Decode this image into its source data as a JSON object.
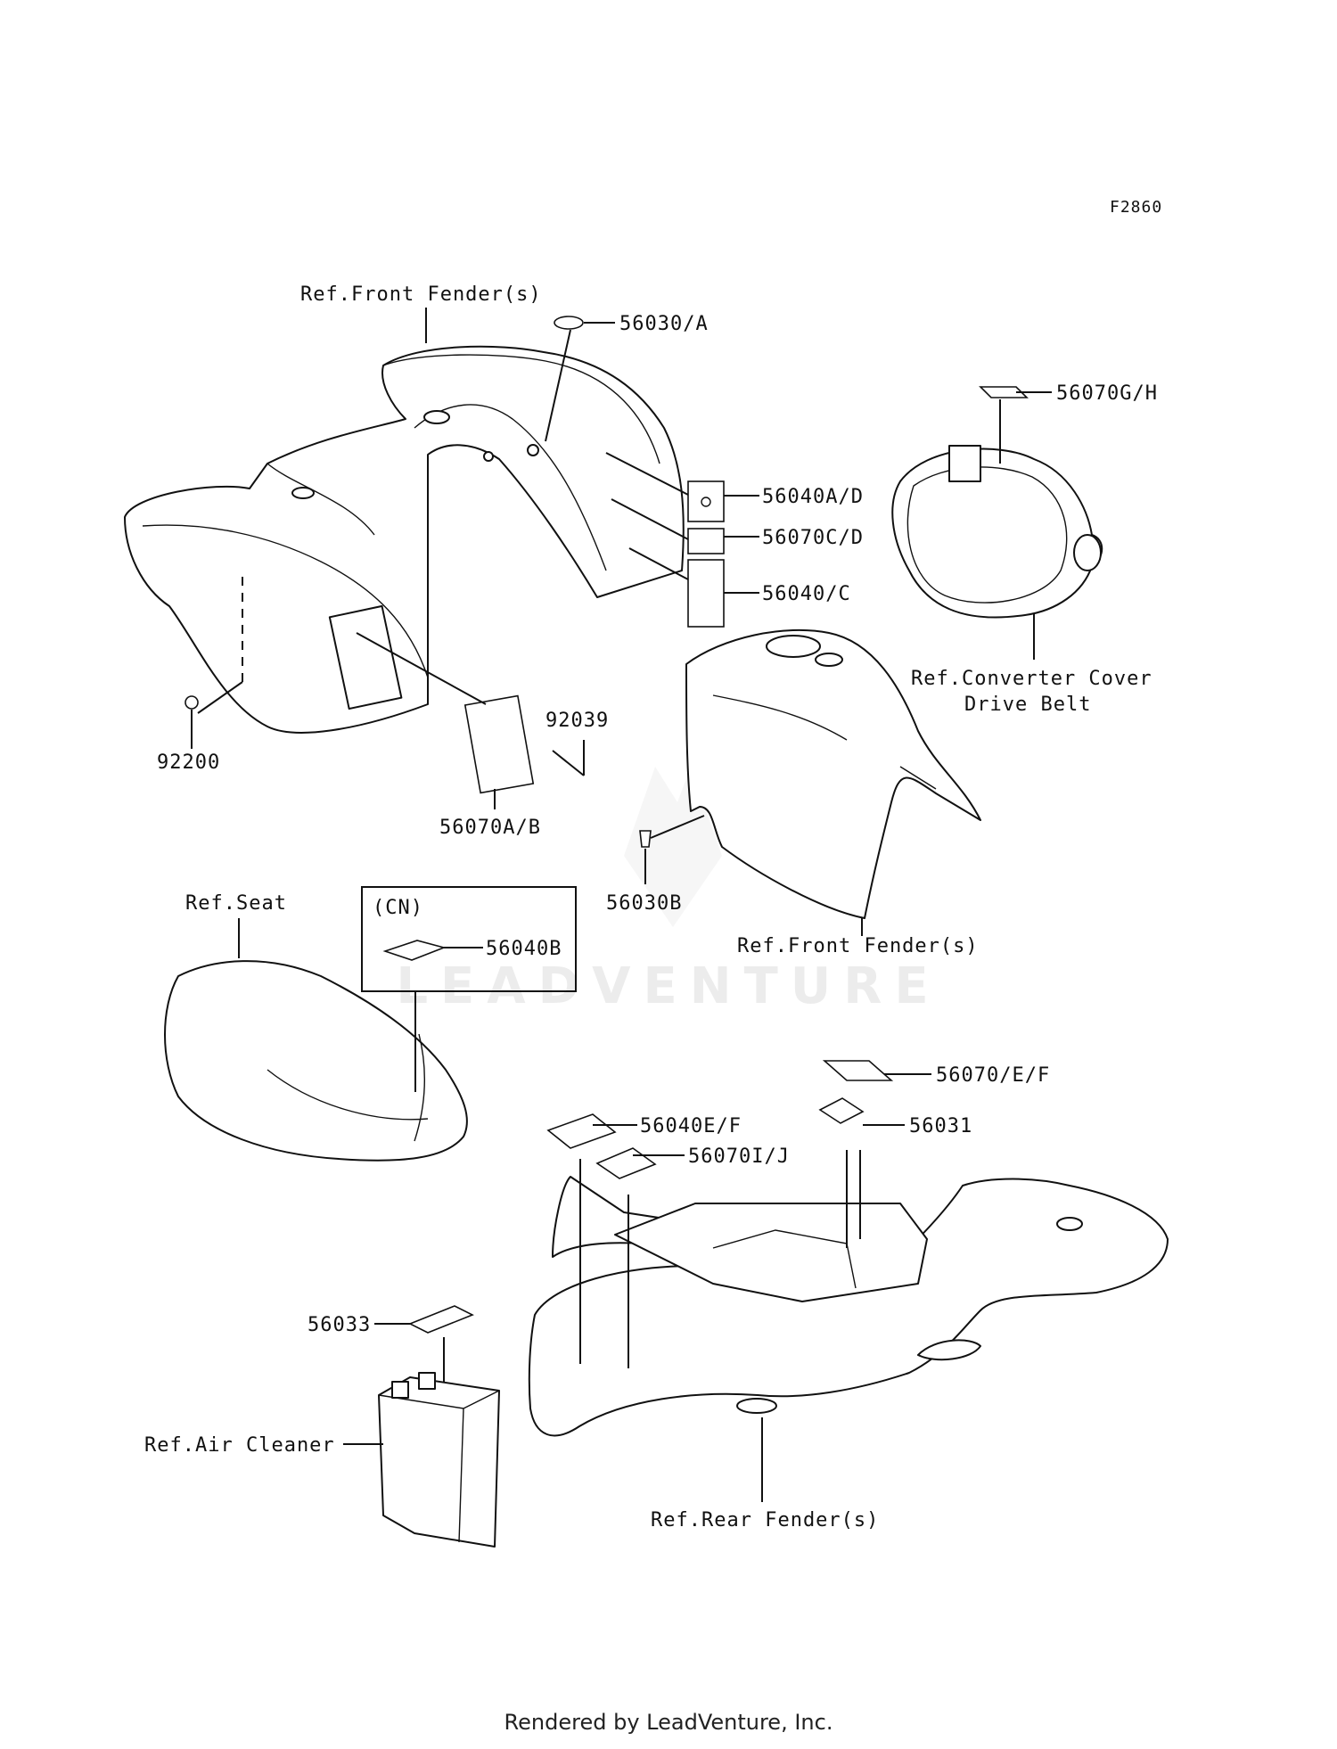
{
  "figure_id": "F2860",
  "labels": {
    "ref_front_fender_top": "Ref.Front Fender(s)",
    "p56030A": "56030/A",
    "p56070GH": "56070G/H",
    "p56040AD": "56040A/D",
    "p56070CD": "56070C/D",
    "p56040C": "56040/C",
    "ref_converter_cover": "Ref.Converter Cover",
    "drive_belt": "Drive Belt",
    "p92039": "92039",
    "p92200": "92200",
    "p56070AB": "56070A/B",
    "p56030B": "56030B",
    "ref_front_fender_mid": "Ref.Front Fender(s)",
    "ref_seat": "Ref.Seat",
    "cn": "(CN)",
    "p56040B": "56040B",
    "p56070EF": "56070/E/F",
    "p56040EF": "56040E/F",
    "p56031": "56031",
    "p56070IJ": "56070I/J",
    "p56033": "56033",
    "ref_air_cleaner": "Ref.Air Cleaner",
    "ref_rear_fender": "Ref.Rear Fender(s)"
  },
  "watermark": "LEADVENTURE",
  "footer": "Rendered by LeadVenture, Inc."
}
